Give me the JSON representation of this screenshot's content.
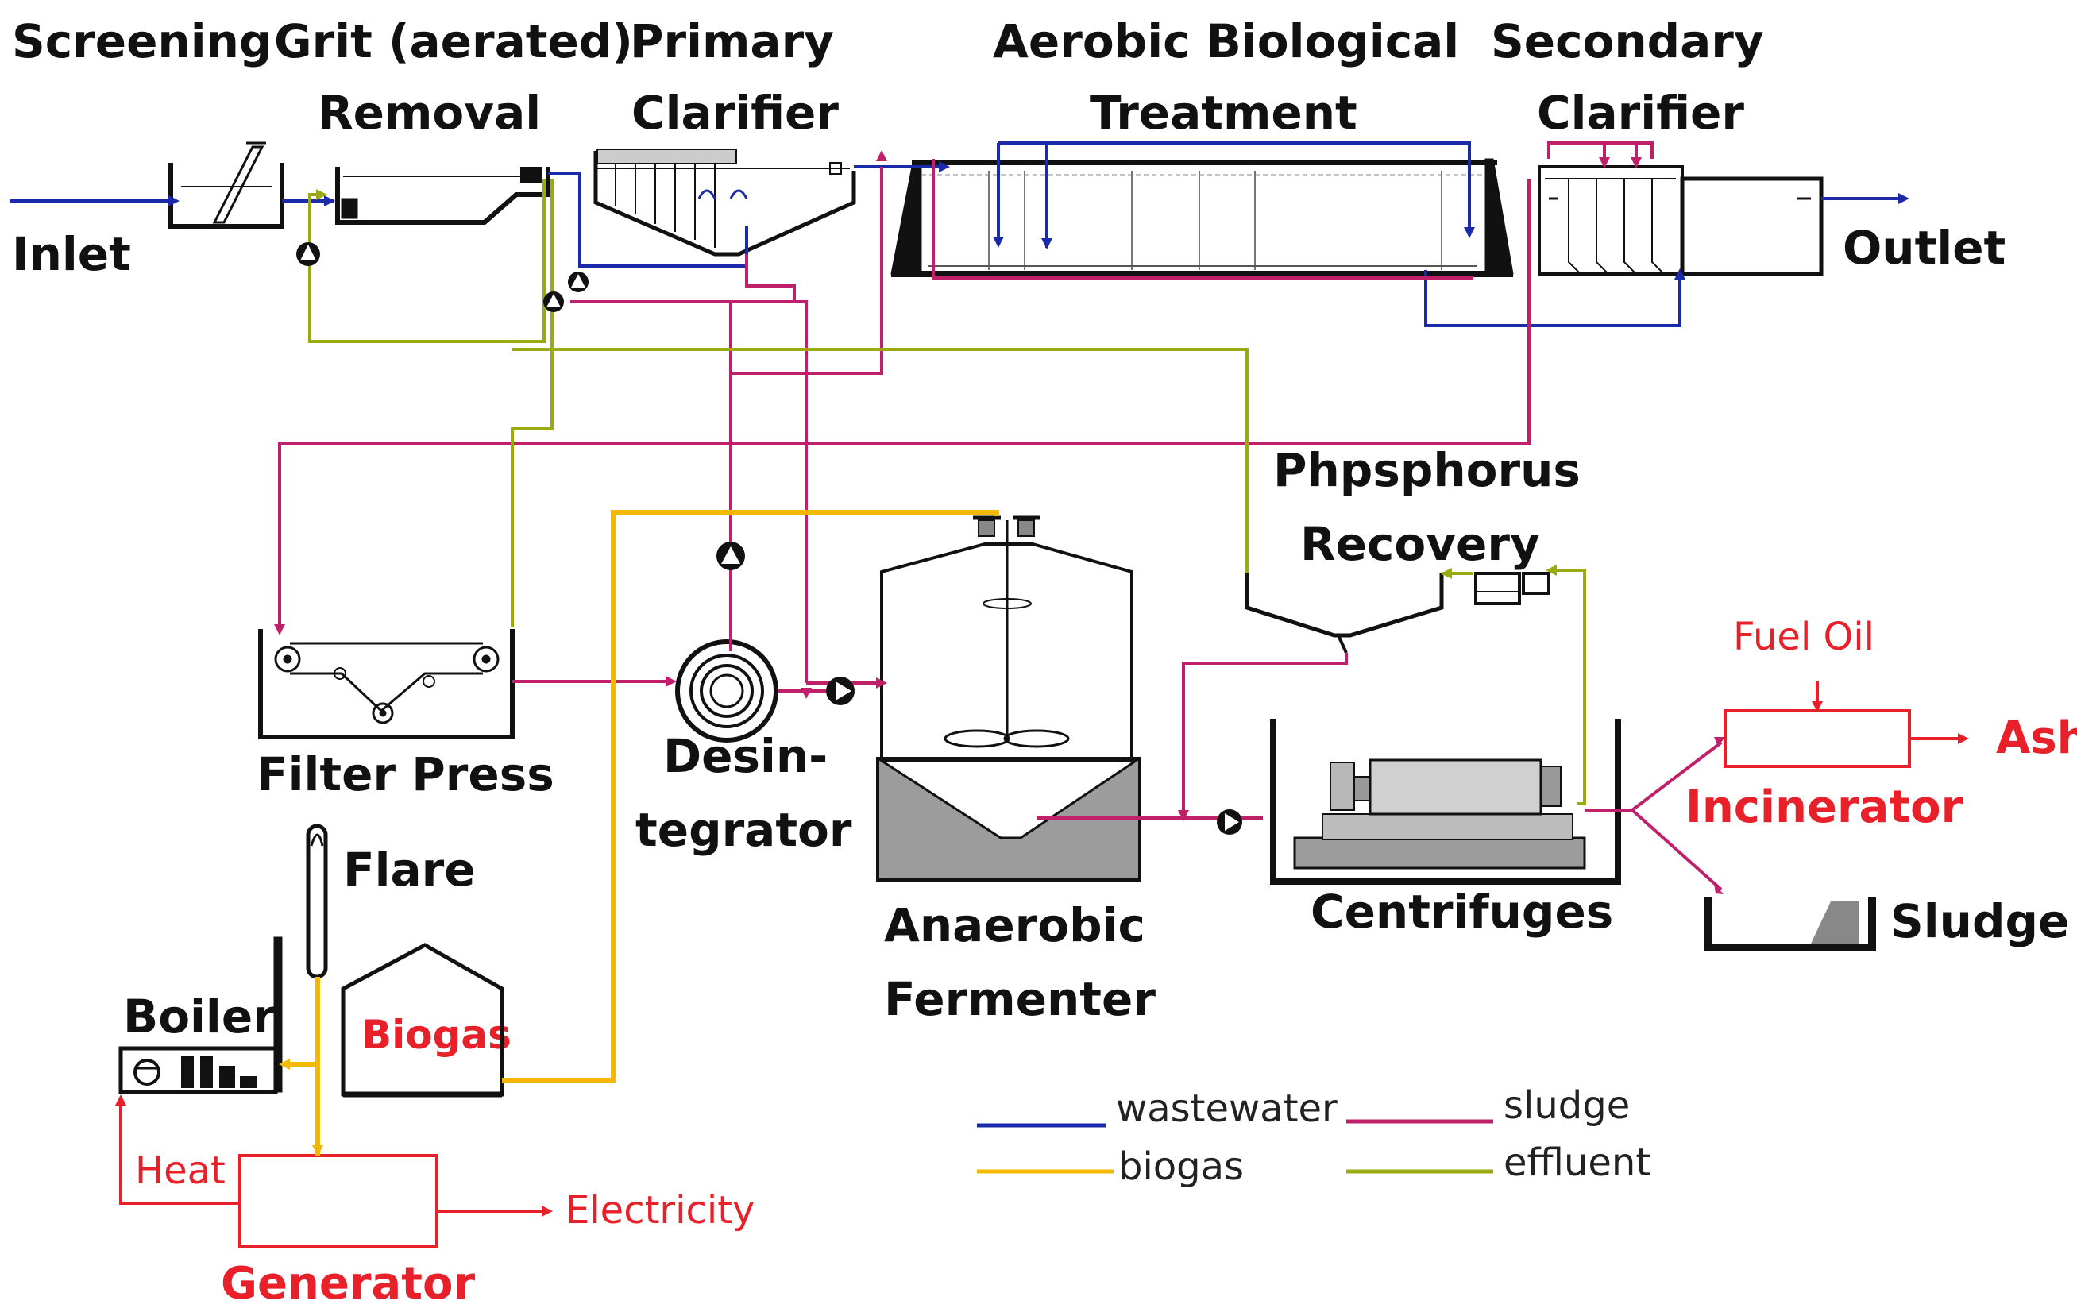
{
  "labels": {
    "screening": "Screening",
    "grit_line1": "Grit (aerated)",
    "grit_line2": "Removal",
    "primary_line1": "Primary",
    "primary_line2": "Clarifier",
    "aerobic_line1": "Aerobic Biological",
    "aerobic_line2": "Treatment",
    "secondary_line1": "Secondary",
    "secondary_line2": "Clarifier",
    "inlet": "Inlet",
    "outlet": "Outlet",
    "phosphorus_line1": "Phpsphorus",
    "phosphorus_line2": "Recovery",
    "filter_press": "Filter Press",
    "desintegrator_line1": "Desin-",
    "desintegrator_line2": "tegrator",
    "anaerobic_line1": "Anaerobic",
    "anaerobic_line2": "Fermenter",
    "centrifuges": "Centrifuges",
    "fuel_oil": "Fuel Oil",
    "ash": "Ash",
    "incinerator": "Incinerator",
    "sludge_out": "Sludge",
    "flare": "Flare",
    "boiler": "Boiler",
    "biogas_holder": "Biogas",
    "heat": "Heat",
    "electricity": "Electricity",
    "generator": "Generator"
  },
  "legend": [
    {
      "key": "wastewater",
      "label": "wastewater",
      "color": "#1a2aa8"
    },
    {
      "key": "sludge",
      "label": "sludge",
      "color": "#c0206a"
    },
    {
      "key": "biogas",
      "label": "biogas",
      "color": "#f5b800"
    },
    {
      "key": "effluent",
      "label": "effluent",
      "color": "#9aaa10"
    }
  ],
  "colors": {
    "wastewater": "#1a2aa8",
    "sludge": "#c0206a",
    "biogas": "#f5b800",
    "effluent": "#9aaa10",
    "energy": "#e8202a",
    "equipment": "#111111"
  }
}
